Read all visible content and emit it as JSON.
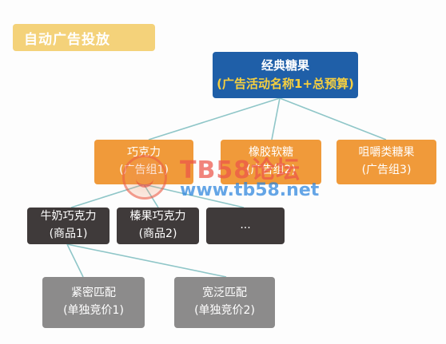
{
  "title": "自动广告投放",
  "diagram": {
    "root": {
      "line1": "经典糖果",
      "line2": "(广告活动名称1+总预算)"
    },
    "campaigns": [
      {
        "line1": "巧克力",
        "line2": "(广告组1)"
      },
      {
        "line1": "橡胶软糖",
        "line2": "(广告组2)"
      },
      {
        "line1": "咀嚼类糖果",
        "line2": "(广告组3)"
      }
    ],
    "products": [
      {
        "line1": "牛奶巧克力",
        "line2": "(商品1)"
      },
      {
        "line1": "榛果巧克力",
        "line2": "(商品2)"
      },
      {
        "line1": "..."
      }
    ],
    "matches": [
      {
        "line1": "紧密匹配",
        "line2": "(单独竞价1)"
      },
      {
        "line1": "宽泛匹配",
        "line2": "(单独竞价2)"
      }
    ]
  },
  "watermark": {
    "line1": "TB58论坛",
    "line2": "www.tb58.net"
  },
  "colors": {
    "title_bg": "#f4d27a",
    "root_bg": "#1f5fa8",
    "root_accent": "#f6cf3f",
    "campaign_bg": "#f09a3a",
    "product_bg": "#3f3a3a",
    "match_bg": "#8c8b8b",
    "connector": "#8fc6c8"
  }
}
